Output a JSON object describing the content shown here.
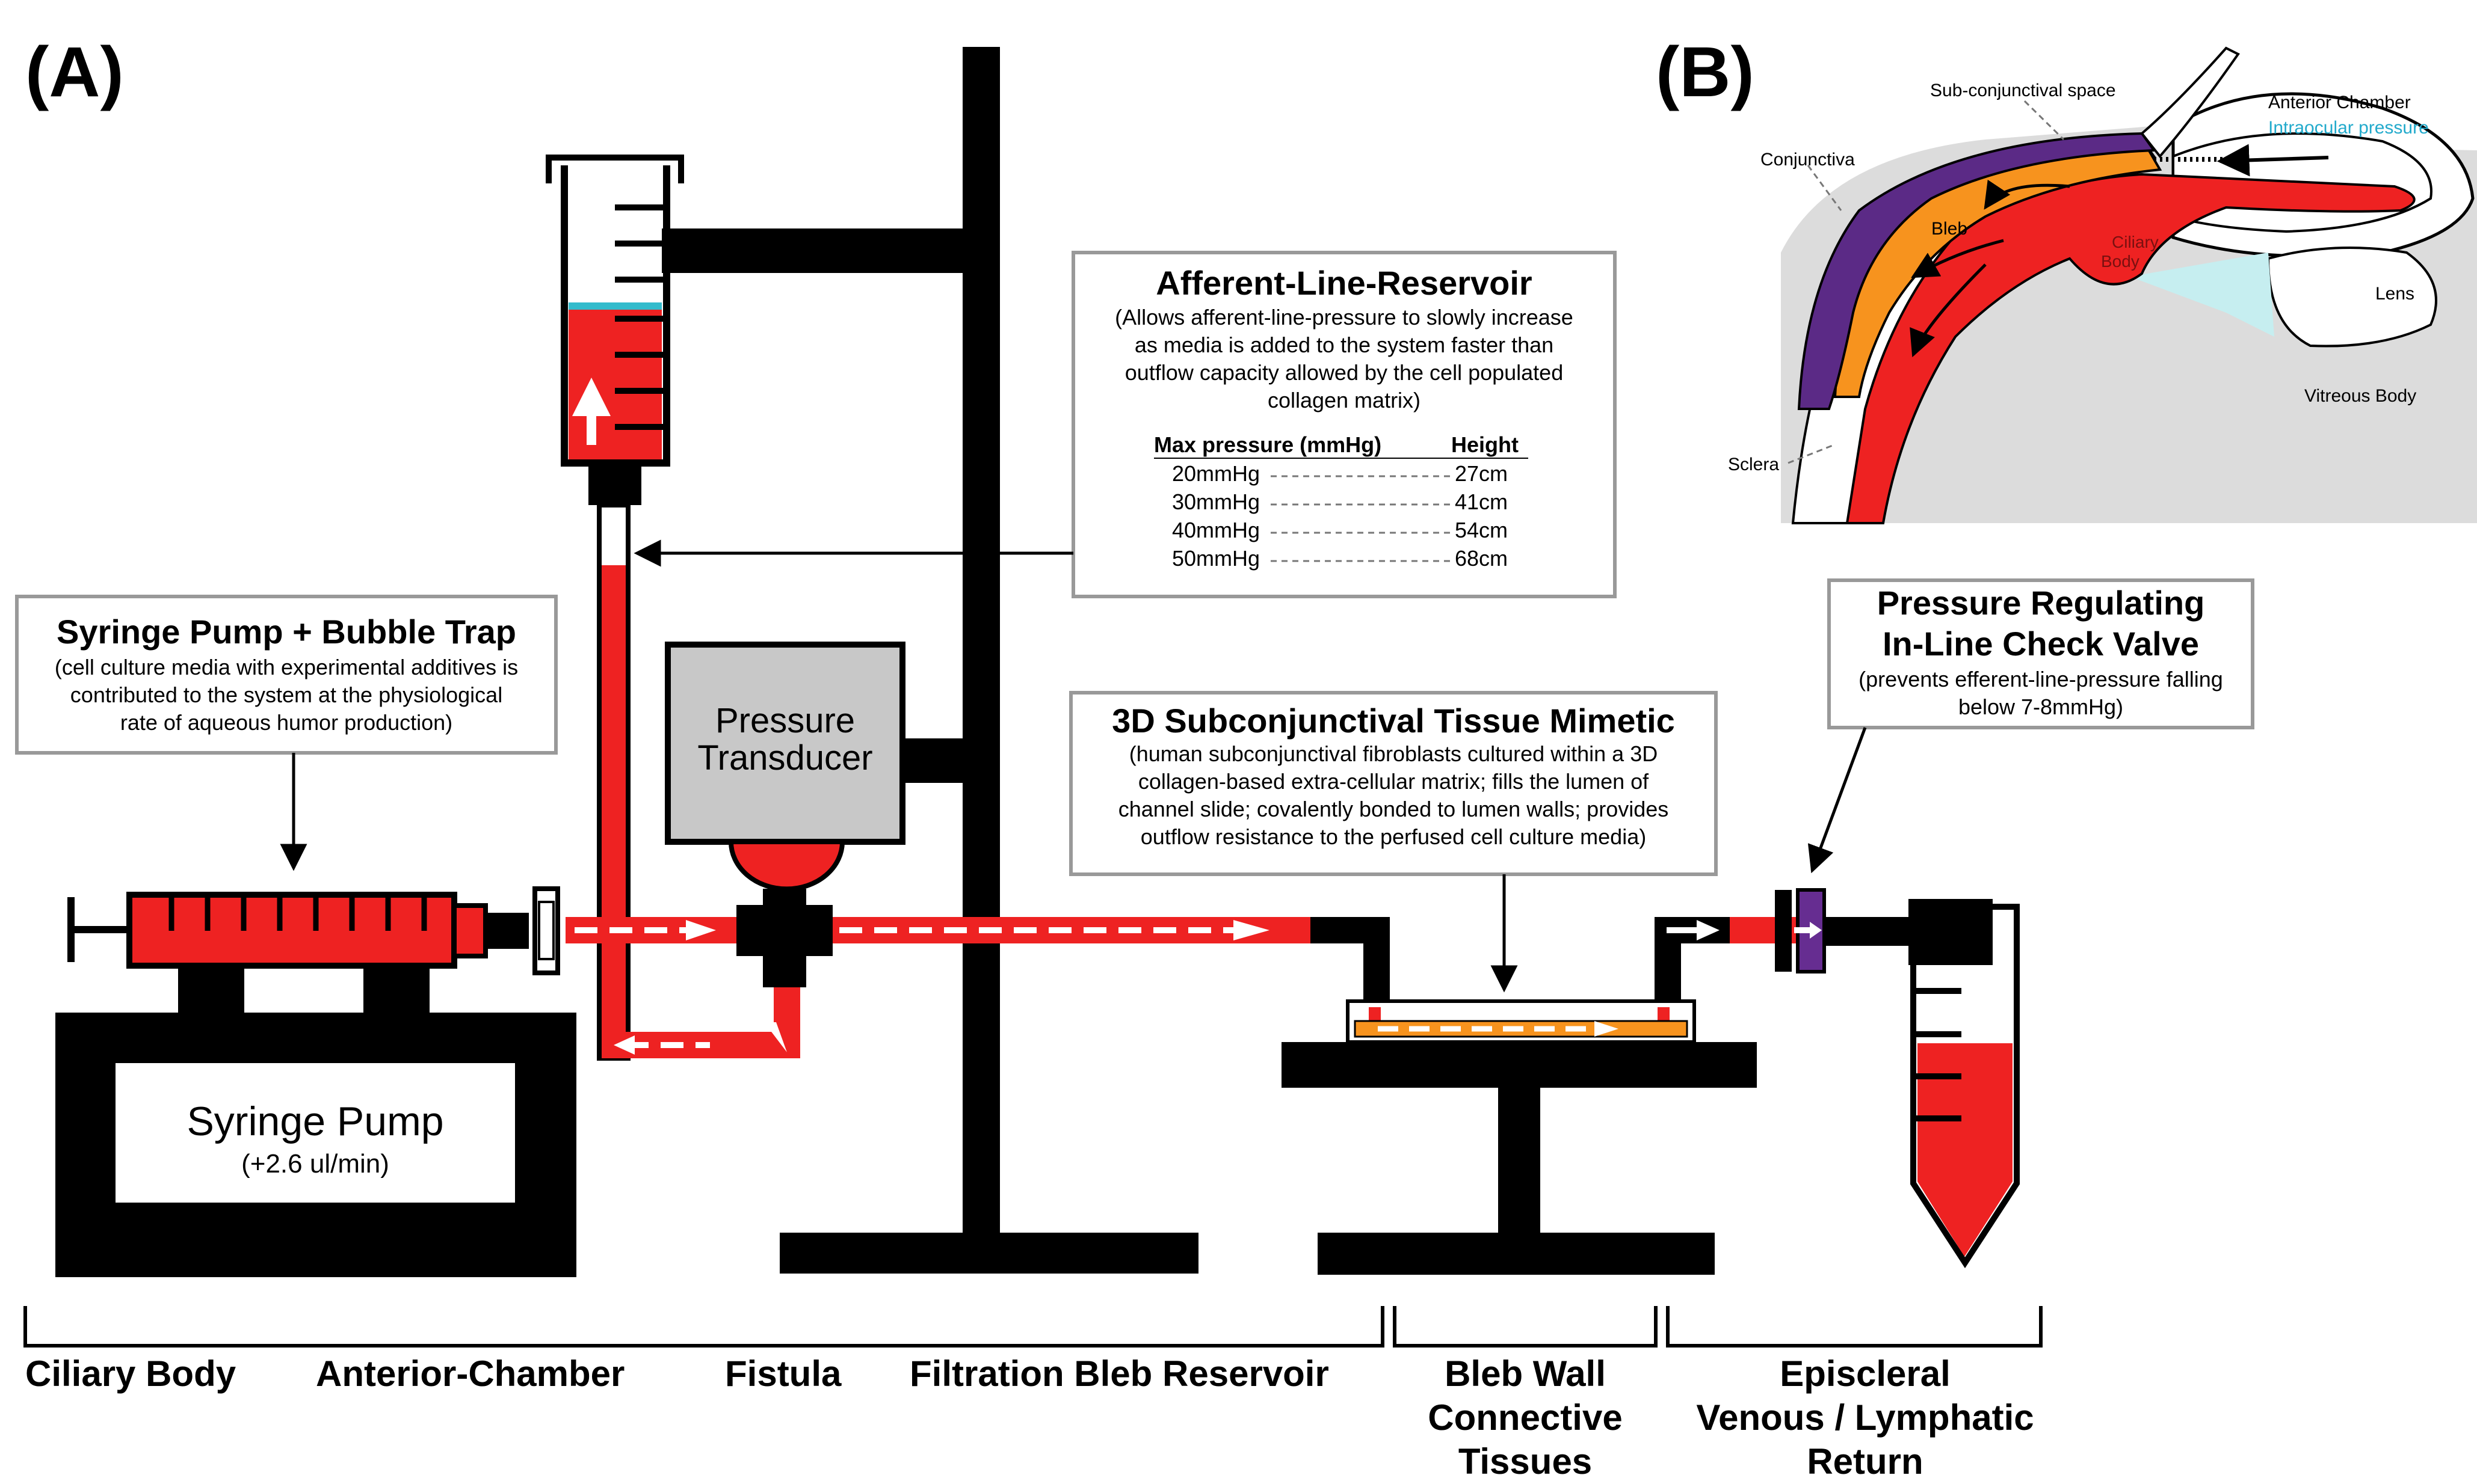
{
  "panel_a_label": "(A)",
  "panel_b_label": "(B)",
  "colors": {
    "media_red": "#ee2222",
    "structure_black": "#000000",
    "tissue_orange": "#f7931e",
    "check_valve_purple": "#662d91",
    "media_surface_cyan": "#33bbcc",
    "box_border": "#999999",
    "transducer_gray": "#c8c8c8",
    "bleb_orange": "#f7931e",
    "conjunctiva_purple": "#5b2a86",
    "iop_text_cyan": "#22aacc"
  },
  "syringe_box": {
    "title": "Syringe Pump + Bubble Trap",
    "lines": [
      "(cell culture media with experimental additives is",
      "contributed to the system at the physiological",
      "rate of aqueous humor production)"
    ]
  },
  "reservoir_box": {
    "title": "Afferent-Line-Reservoir",
    "lines": [
      "(Allows afferent-line-pressure to slowly increase",
      "as media is added to the system faster than",
      "outflow capacity allowed by the cell populated",
      "collagen matrix)"
    ],
    "table_headers": [
      "Max pressure (mmHg)",
      "Height"
    ],
    "rows": [
      {
        "pressure": "20mmHg",
        "height": "27cm"
      },
      {
        "pressure": "30mmHg",
        "height": "41cm"
      },
      {
        "pressure": "40mmHg",
        "height": "54cm"
      },
      {
        "pressure": "50mmHg",
        "height": "68cm"
      }
    ]
  },
  "transducer": {
    "line1": "Pressure",
    "line2": "Transducer"
  },
  "tissue_box": {
    "title": "3D Subconjunctival Tissue Mimetic",
    "lines": [
      "(human subconjunctival fibroblasts cultured within a 3D",
      "collagen-based extra-cellular matrix; fills the lumen of",
      "channel slide; covalently bonded to lumen walls; provides",
      "outflow resistance to the perfused cell culture media)"
    ]
  },
  "valve_box": {
    "title_line1": "Pressure Regulating",
    "title_line2": "In-Line Check Valve",
    "lines": [
      "(prevents efferent-line-pressure falling",
      "below 7-8mmHg)"
    ]
  },
  "syringe_pump": {
    "label": "Syringe Pump",
    "rate": "(+2.6 ul/min)"
  },
  "bottom_labels": {
    "ciliary_body": "Ciliary Body",
    "anterior_chamber": "Anterior-Chamber",
    "fistula": "Fistula",
    "filtration_bleb": "Filtration Bleb Reservoir",
    "bleb_wall": [
      "Bleb Wall",
      "Connective",
      "Tissues"
    ],
    "episcleral": [
      "Episcleral",
      "Venous / Lymphatic",
      "Return"
    ]
  },
  "anatomy": {
    "sub_conjunctival_space": "Sub-conjunctival space",
    "anterior_chamber": "Anterior Chamber",
    "intraocular_pressure": "Intraocular pressure",
    "conjunctiva": "Conjunctiva",
    "bleb": "Bleb",
    "ciliary_body_1": "Ciliary",
    "ciliary_body_2": "Body",
    "lens": "Lens",
    "vitreous_body": "Vitreous Body",
    "sclera": "Sclera"
  }
}
